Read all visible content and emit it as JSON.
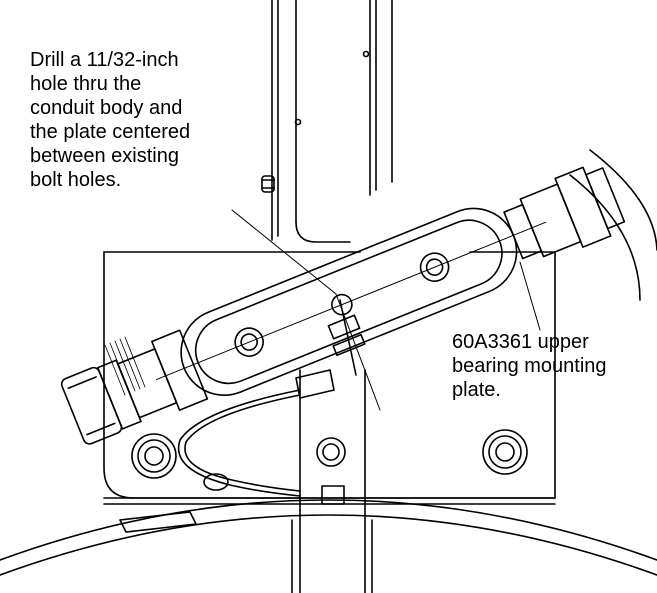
{
  "callouts": {
    "drill": {
      "lines": [
        "Drill a 11/32-inch",
        "hole thru the",
        "conduit body and",
        "the plate centered",
        "between existing",
        "bolt holes."
      ]
    },
    "plate": {
      "lines": [
        "60A3361 upper",
        "bearing mounting",
        "plate."
      ]
    }
  },
  "colors": {
    "line": "#000000",
    "background": "#ffffff"
  }
}
